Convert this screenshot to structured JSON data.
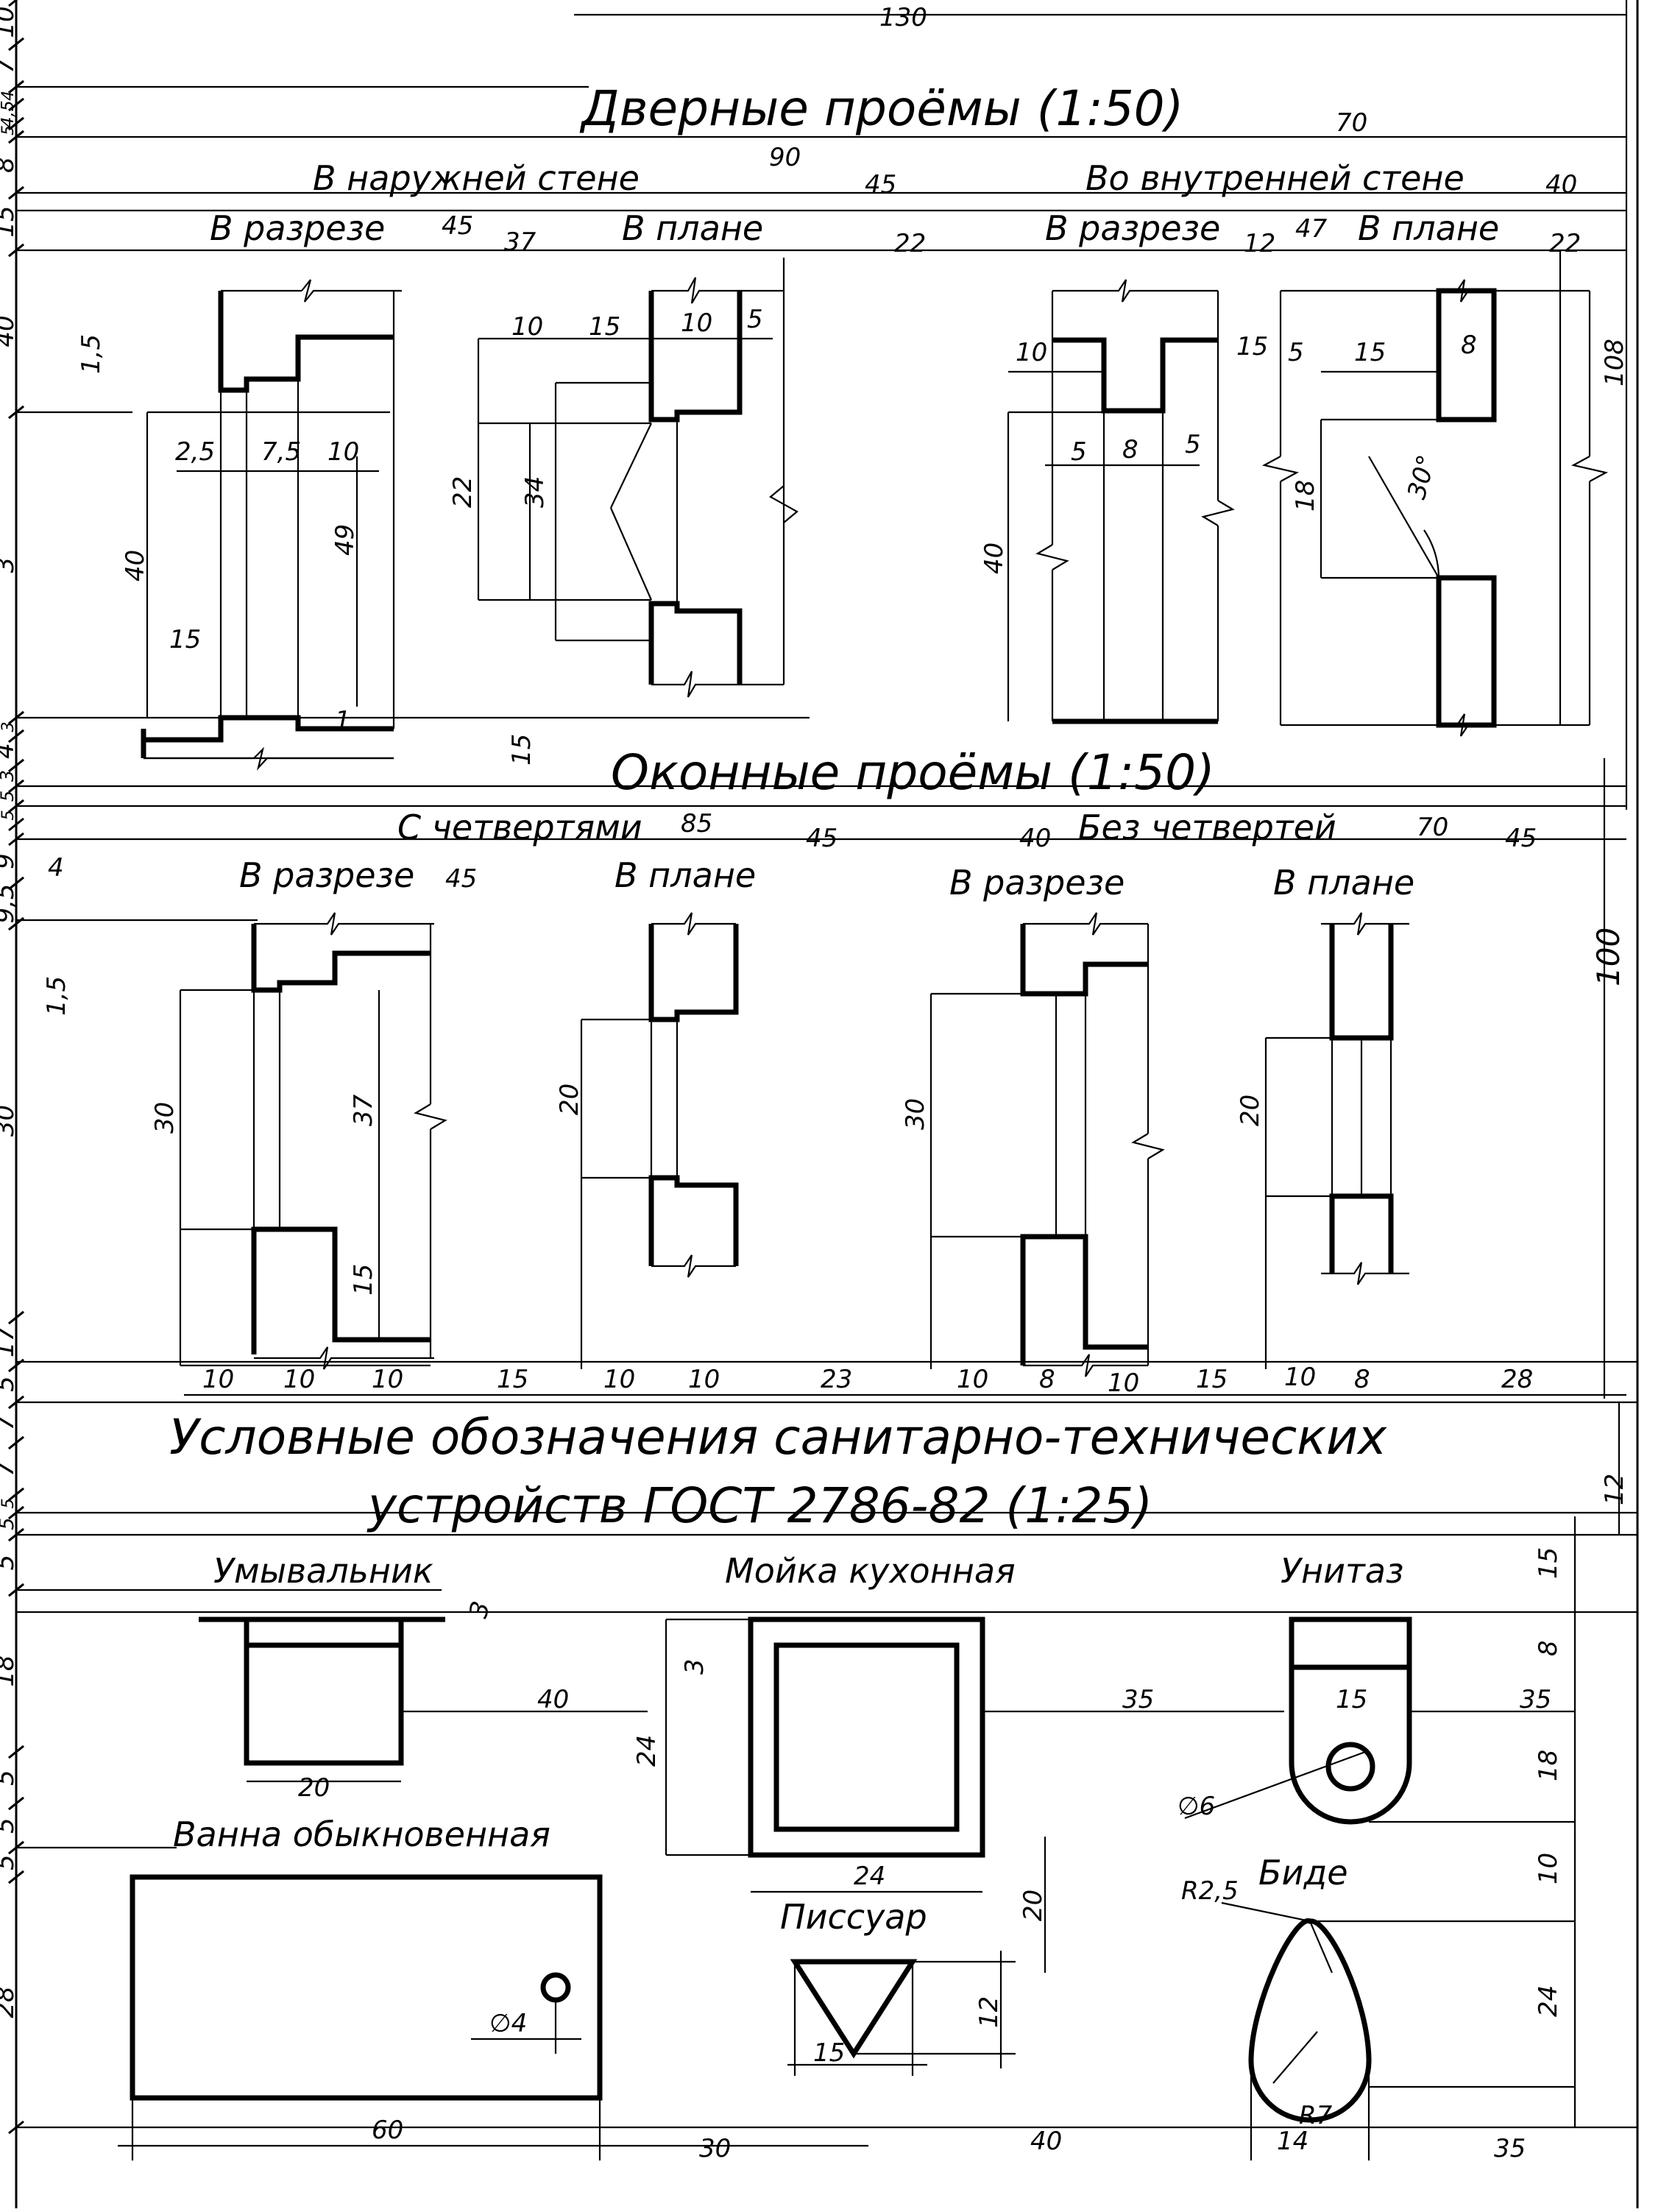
{
  "titles": {
    "doors": "Дверные проёмы (1:50)",
    "windows": "Оконные проёмы (1:50)",
    "sanitary_line1": "Условные обозначения санитарно-технических",
    "sanitary_line2": "устройств  ГОСТ 2786-82 (1:25)"
  },
  "labels": {
    "outer_wall": "В наружней стене",
    "inner_wall": "Во внутренней стене",
    "section_1": "В разрезе",
    "plan_1": "В плане",
    "section_2": "В разрезе",
    "plan_2": "В плане",
    "with_quarters": "С четвертями",
    "without_quarters": "Без четвертей",
    "section_3": "В разрезе",
    "plan_3": "В плане",
    "section_4": "В разрезе",
    "plan_4": "В плане",
    "washbasin": "Умывальник",
    "kitchen_sink": "Мойка кухонная",
    "toilet": "Унитаз",
    "bathtub": "Ванна обыкновенная",
    "bidet": "Биде",
    "urinal": "Писсуар"
  },
  "left_dims": [
    "10",
    "7",
    "4",
    "4,5",
    "5",
    "8",
    "15",
    "40",
    "3",
    "3",
    "4",
    "3",
    "5",
    "5",
    "9",
    "9,5",
    "30",
    "17",
    "5",
    "7",
    "7",
    "5",
    "5",
    "5",
    "18",
    "5",
    "5",
    "5",
    "28"
  ],
  "dims": {
    "d130": "130",
    "d70a": "70",
    "d90": "90",
    "d45a": "45",
    "d40a": "40",
    "d45b": "45",
    "d37": "37",
    "d22a": "22",
    "d47": "47",
    "d12a": "12",
    "d22b": "22",
    "d15a": "15",
    "d1_5a": "1,5",
    "d2_5": "2,5",
    "d7_5": "7,5",
    "d10a": "10",
    "d40b": "40",
    "d49": "49",
    "d15b": "15",
    "d1": "1",
    "d10b": "10",
    "d15c": "15",
    "d10c": "10",
    "d5a": "5",
    "d22c": "22",
    "d34": "34",
    "d10d": "10",
    "d15d": "15",
    "d5b": "5",
    "d8a": "8",
    "d5c": "5",
    "d40c": "40",
    "d5d": "5",
    "d15e": "15",
    "d8b": "8",
    "d108": "108",
    "d18a": "18",
    "d30deg": "30°",
    "d15f": "15",
    "d85": "85",
    "d45c": "45",
    "d40d": "40",
    "d70b": "70",
    "d45d": "45",
    "d45e": "45",
    "d4": "4",
    "d1_5b": "1,5",
    "d100": "100",
    "d30a": "30",
    "d37b": "37",
    "d15g": "15",
    "d20a": "20",
    "d30b": "30",
    "d20b": "20",
    "w10a": "10",
    "w10b": "10",
    "w10c": "10",
    "w15a": "15",
    "w10d": "10",
    "w10e": "10",
    "w23": "23",
    "w10f": "10",
    "w8a": "8",
    "w10g": "10",
    "w15b": "15",
    "w10h": "10",
    "w8b": "8",
    "w28": "28",
    "d12b": "12",
    "d3a": "3",
    "d40e": "40",
    "d20c": "20",
    "d3b": "3",
    "d24a": "24",
    "d35a": "35",
    "d24b": "24",
    "d15h": "15",
    "d35b": "35",
    "d6": "∅6",
    "d15i": "15",
    "d8c": "8",
    "d18b": "18",
    "d10i": "10",
    "d24c": "24",
    "d20d": "20",
    "d12c": "12",
    "d15j": "15",
    "d4b": "∅4",
    "dr25": "R2,5",
    "dr7": "R7",
    "d14": "14",
    "d60": "60",
    "d30c": "30",
    "d40f": "40",
    "d35c": "35"
  }
}
